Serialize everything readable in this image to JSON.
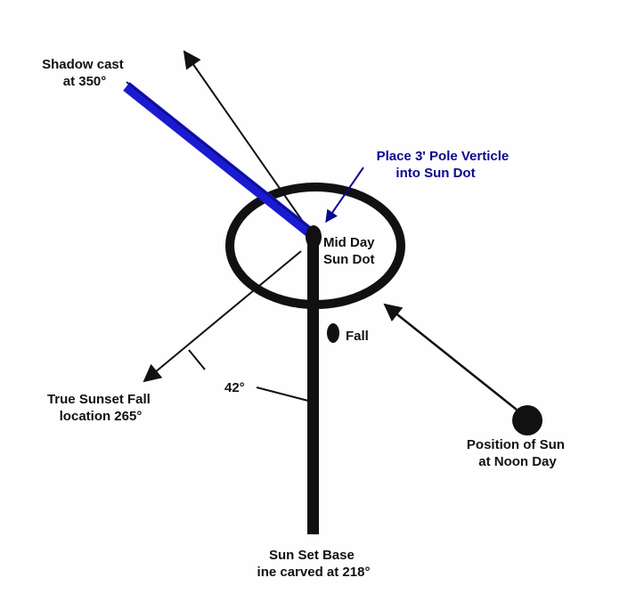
{
  "labels": {
    "shadow_cast_line1": "Shadow cast",
    "shadow_cast_line2": "at 350°",
    "place_pole_line1": "Place 3' Pole Verticle",
    "place_pole_line2": "into Sun Dot",
    "mid_day_line1": "Mid Day",
    "mid_day_line2": "Sun Dot",
    "fall": "Fall",
    "angle": "42°",
    "true_sunset_line1": "True Sunset Fall",
    "true_sunset_line2": "location 265°",
    "position_sun_line1": "Position of Sun",
    "position_sun_line2": "at Noon Day",
    "sunset_base_line1": "Sun Set Base",
    "sunset_base_line2": "ine carved at 218°"
  },
  "colors": {
    "background": "#fefefe",
    "ink": "#111111",
    "shadow": "#1a1ad0",
    "annotation": "#0a0a8c"
  }
}
